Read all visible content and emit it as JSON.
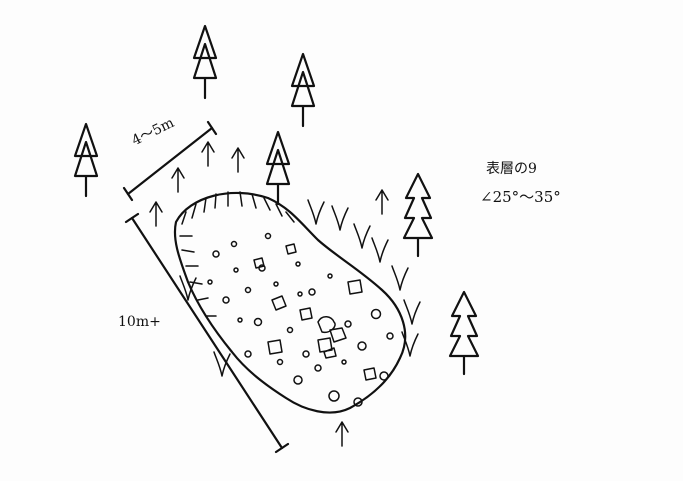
{
  "labels": {
    "width": "4〜5m",
    "length": "10m+",
    "collapse_type": "表層の9",
    "slope_range": "∠25°〜35°"
  },
  "colors": {
    "ink": "#111111",
    "paper": "#fdfdfd"
  },
  "icons": {
    "tree": "conifer-tree-icon",
    "grass": "grass-tuft-icon",
    "rock": "rock-debris-icon"
  }
}
